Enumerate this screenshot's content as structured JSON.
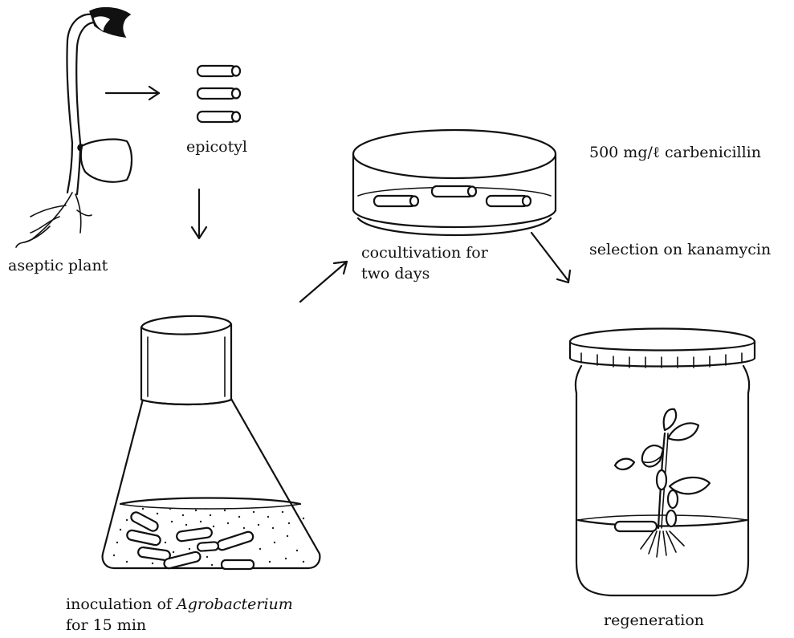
{
  "labels": {
    "aseptic_plant": "aseptic plant",
    "epicotyl": "epicotyl",
    "cocultivation_line1": "cocultivation for",
    "cocultivation_line2": "two days",
    "carbenicillin": "500 mg/ℓ carbenicillin",
    "selection": "selection on kanamycin",
    "inoculation_prefix": "inoculation of ",
    "inoculation_organism": "Agrobacterium",
    "inoculation_line2": "for 15 min",
    "regeneration": "regeneration"
  },
  "colors": {
    "ink": "#111111",
    "background": "#ffffff"
  }
}
